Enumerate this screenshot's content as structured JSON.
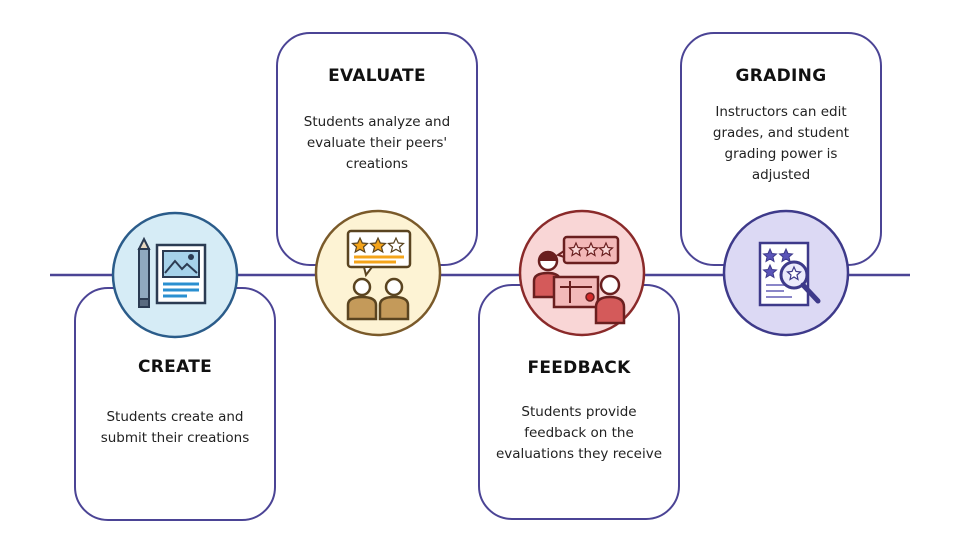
{
  "steps": [
    {
      "title": "CREATE",
      "description": "Students create and submit their creations",
      "icon": "document-pencil-icon",
      "circle_fill": "#d6ecf6"
    },
    {
      "title": "EVALUATE",
      "description": "Students analyze and evaluate their peers' creations",
      "icon": "peers-rating-icon",
      "circle_fill": "#fdf3d4"
    },
    {
      "title": "FEEDBACK",
      "description": "Students provide feedback on the evaluations they receive",
      "icon": "feedback-chat-icon",
      "circle_fill": "#f9d6d6"
    },
    {
      "title": "GRADING",
      "description": "Instructors can edit grades, and student grading power is adjusted",
      "icon": "grade-magnifier-icon",
      "circle_fill": "#dcd9f4"
    }
  ],
  "colors": {
    "line": "#4b4495",
    "card_border": "#4b4495",
    "create_ring": "#2b5c8a",
    "evaluate_ring": "#7a5a2a",
    "feedback_ring": "#8a2a2a",
    "grading_ring": "#3e3a8a"
  }
}
